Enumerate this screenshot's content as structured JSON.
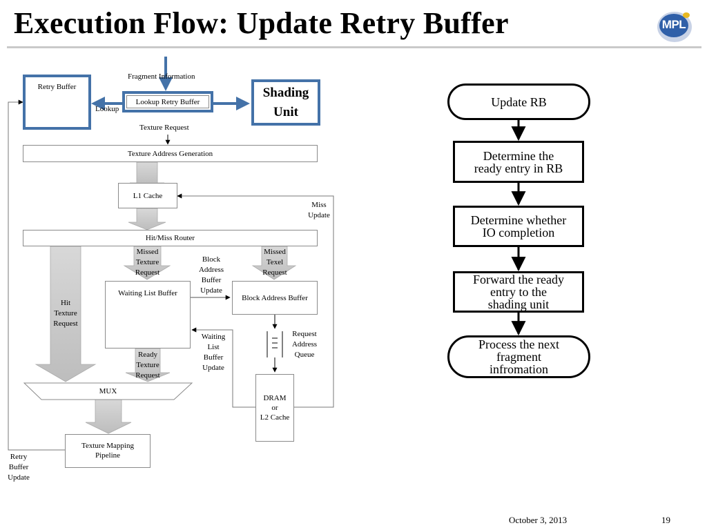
{
  "title": "Execution Flow: Update Retry Buffer",
  "logo": {
    "text": "MPL",
    "colors": {
      "outer": "#c8d2e6",
      "inner": "#2f5fa8"
    }
  },
  "accent_color": "#4472a8",
  "diagram": {
    "fragment_information": "Fragment Information",
    "retry_buffer": "Retry Buffer",
    "lookup": "Lookup",
    "lookup_retry_buffer": "Lookup Retry Buffer",
    "shading_unit": [
      "Shading",
      "Unit"
    ],
    "texture_request": "Texture Request",
    "texture_address_generation": "Texture Address Generation",
    "l1_cache": "L1 Cache",
    "miss_update": [
      "Miss",
      "Update"
    ],
    "hit_miss_router": "Hit/Miss Router",
    "missed_texture_request": [
      "Missed",
      "Texture",
      "Request"
    ],
    "block_address_buffer_update": [
      "Block",
      "Address",
      "Buffer",
      "Update"
    ],
    "missed_texel_request": [
      "Missed",
      "Texel",
      "Request"
    ],
    "hit_texture_request": [
      "Hit",
      "Texture",
      "Request"
    ],
    "waiting_list_buffer": "Waiting List Buffer",
    "block_address_buffer": "Block Address Buffer",
    "request_address_queue": [
      "Request",
      "Address",
      "Queue"
    ],
    "waiting_list_buffer_update": [
      "Waiting",
      "List",
      "Buffer",
      "Update"
    ],
    "ready_texture_request": [
      "Ready",
      "Texture",
      "Request"
    ],
    "mux": "MUX",
    "dram_l2": [
      "DRAM",
      "or",
      "L2 Cache"
    ],
    "texture_mapping_pipeline": [
      "Texture Mapping",
      "Pipeline"
    ],
    "retry_buffer_update": [
      "Retry",
      "Buffer",
      "Update"
    ]
  },
  "flowchart": {
    "steps": [
      [
        "Update RB"
      ],
      [
        "Determine the",
        "ready entry in RB"
      ],
      [
        "Determine whether",
        "IO completion"
      ],
      [
        "Forward the ready",
        "entry to the",
        "shading unit"
      ],
      [
        "Process the next",
        "fragment",
        "infromation"
      ]
    ]
  },
  "footer": {
    "date": "October 3, 2013",
    "page": "19"
  }
}
